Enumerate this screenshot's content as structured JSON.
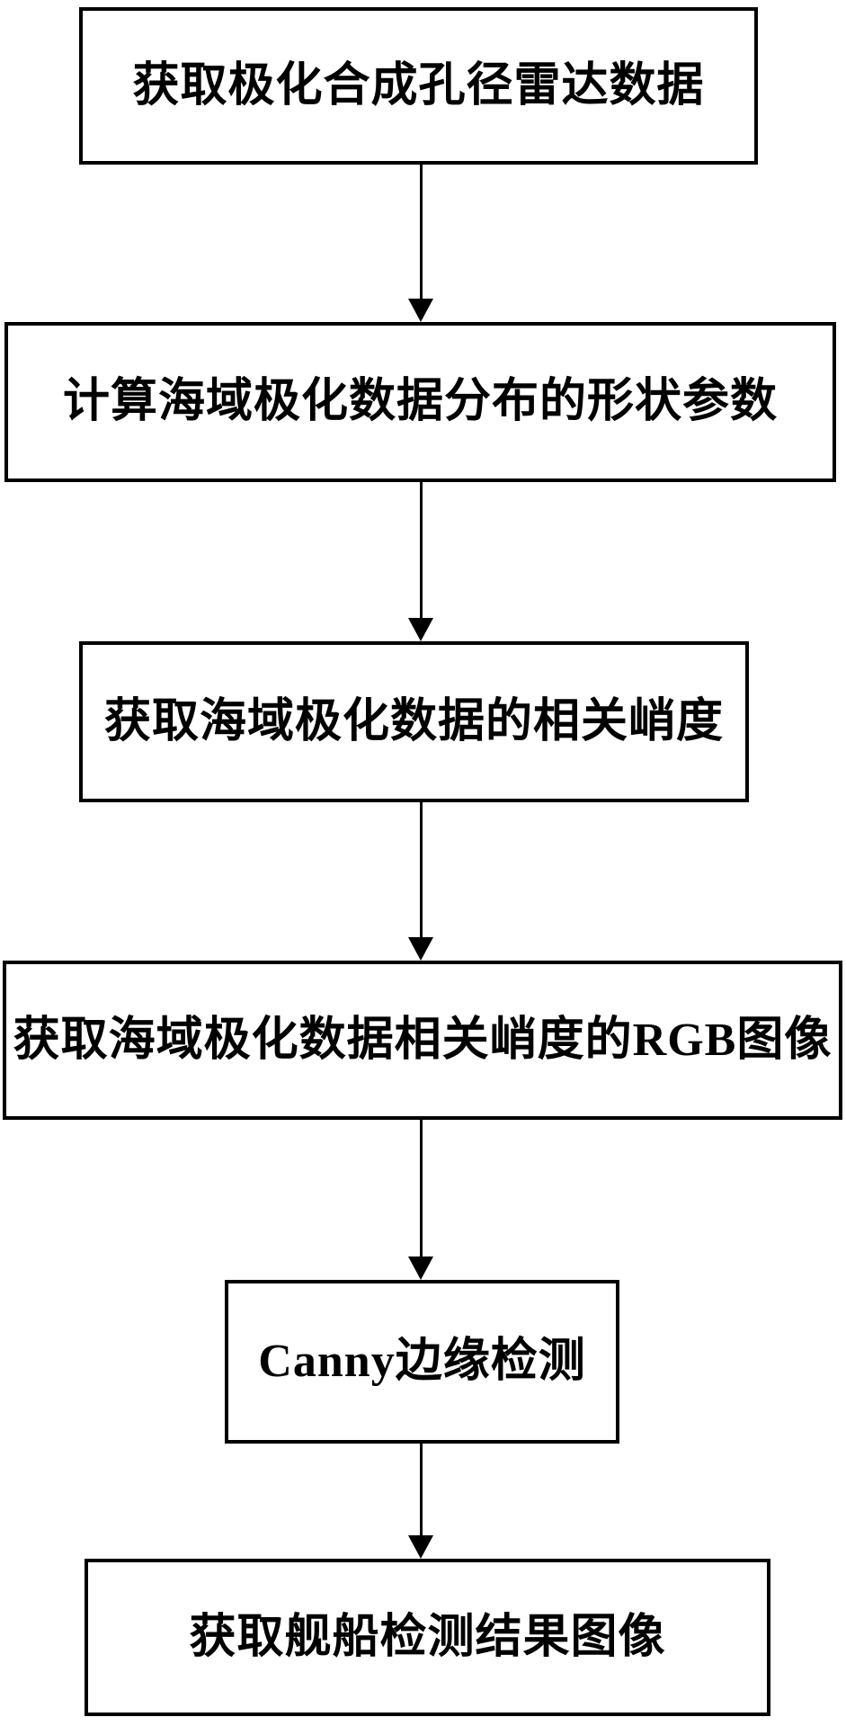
{
  "diagram": {
    "type": "flowchart",
    "direction": "top-down",
    "background_color": "#ffffff",
    "node_border_color": "#000000",
    "node_fill_color": "#ffffff",
    "text_color": "#000000",
    "arrow_color": "#000000",
    "nodes": [
      {
        "id": "acquire-polsar-data",
        "shape": "rectangle",
        "label": "获取极化合成孔径雷达数据"
      },
      {
        "id": "compute-shape-parameter",
        "shape": "rectangle",
        "label": "计算海域极化数据分布的形状参数"
      },
      {
        "id": "obtain-correlation-kurtosis",
        "shape": "rectangle",
        "label": "获取海域极化数据的相关峭度"
      },
      {
        "id": "obtain-kurtosis-rgb-image",
        "shape": "rectangle",
        "label": "获取海域极化数据相关峭度的RGB图像"
      },
      {
        "id": "canny-edge-detection",
        "shape": "rectangle",
        "label": "Canny边缘检测"
      },
      {
        "id": "ship-detection-result-image",
        "shape": "rectangle",
        "label": "获取舰船检测结果图像"
      }
    ],
    "edges": [
      {
        "from": "acquire-polsar-data",
        "to": "compute-shape-parameter",
        "style": "arrow-down",
        "label": ""
      },
      {
        "from": "compute-shape-parameter",
        "to": "obtain-correlation-kurtosis",
        "style": "arrow-down",
        "label": ""
      },
      {
        "from": "obtain-correlation-kurtosis",
        "to": "obtain-kurtosis-rgb-image",
        "style": "arrow-down",
        "label": ""
      },
      {
        "from": "obtain-kurtosis-rgb-image",
        "to": "canny-edge-detection",
        "style": "arrow-down",
        "label": ""
      },
      {
        "from": "canny-edge-detection",
        "to": "ship-detection-result-image",
        "style": "arrow-down",
        "label": ""
      }
    ]
  }
}
